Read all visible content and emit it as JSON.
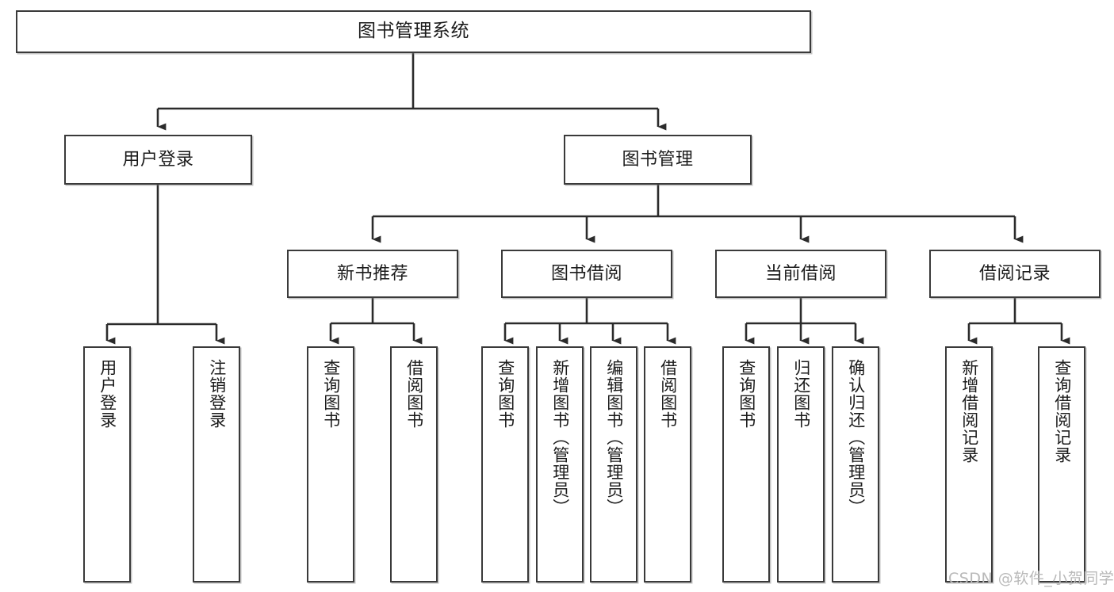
{
  "diagram": {
    "title": "图书管理系统",
    "watermark": "CSDN @软件_小贺同学",
    "line_color": "#2b2b2b",
    "box_border_color": "#3a3a3a",
    "box_fill": "#ffffff",
    "text_color": "#1b1b1b",
    "watermark_color": "#b9b9b9"
  },
  "nodes": {
    "root": {
      "label": "图书管理系统"
    },
    "level2": [
      {
        "label": "用户登录"
      },
      {
        "label": "图书管理"
      }
    ],
    "level3": [
      {
        "label": "新书推荐"
      },
      {
        "label": "图书借阅"
      },
      {
        "label": "当前借阅"
      },
      {
        "label": "借阅记录"
      }
    ],
    "leaves": {
      "user_login": [
        {
          "label": "用户登录"
        },
        {
          "label": "注销登录"
        }
      ],
      "new_book_recommend": [
        {
          "label": "查询图书"
        },
        {
          "label": "借阅图书"
        }
      ],
      "book_borrow": [
        {
          "label": "查询图书"
        },
        {
          "label": "新增图书（管理员）"
        },
        {
          "label": "编辑图书（管理员）"
        },
        {
          "label": "借阅图书"
        }
      ],
      "current_borrow": [
        {
          "label": "查询图书"
        },
        {
          "label": "归还图书"
        },
        {
          "label": "确认归还（管理员）"
        }
      ],
      "borrow_record": [
        {
          "label": "新增借阅记录"
        },
        {
          "label": "查询借阅记录"
        }
      ]
    }
  }
}
